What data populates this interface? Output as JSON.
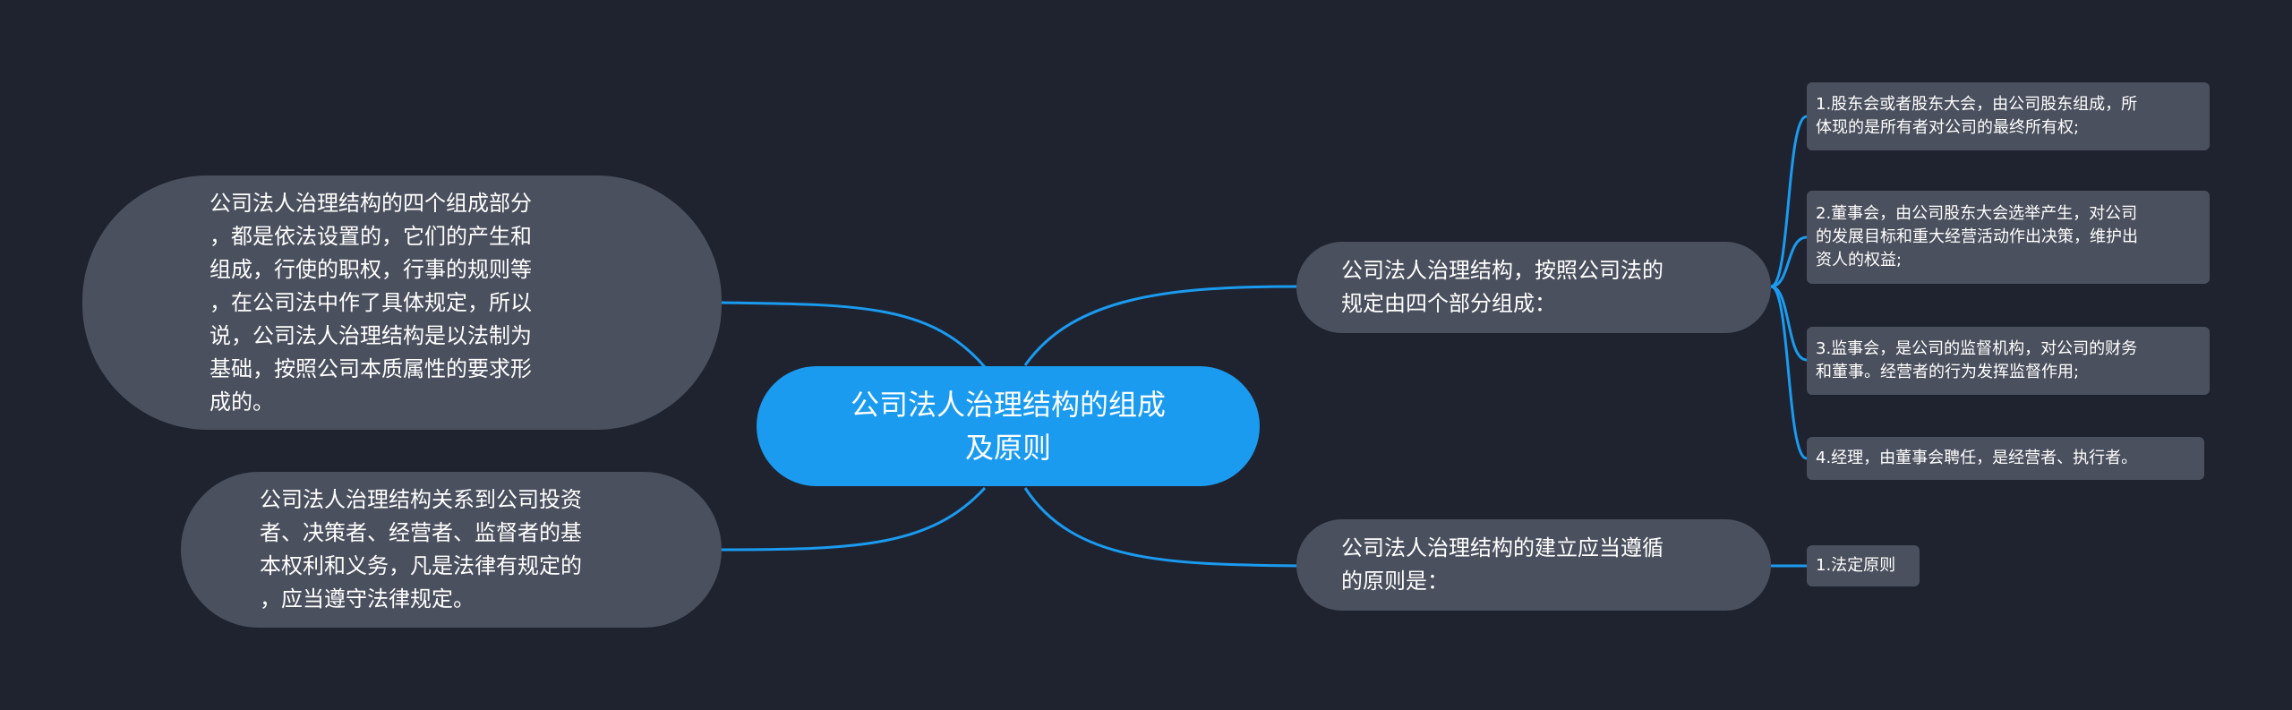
{
  "colors": {
    "background": "#1f2330",
    "root_fill": "#1a9bf0",
    "node_fill": "#4b505e",
    "edge": "#1a9bf0",
    "text": "#ffffff"
  },
  "root": {
    "text": "公司法人治理结构的组成\n及原则"
  },
  "left_nodes": [
    {
      "text": "公司法人治理结构的四个组成部分\n，都是依法设置的，它们的产生和\n组成，行使的职权，行事的规则等\n，在公司法中作了具体规定，所以\n说，公司法人治理结构是以法制为\n基础，按照公司本质属性的要求形\n成的。"
    },
    {
      "text": "公司法人治理结构关系到公司投资\n者、决策者、经营者、监督者的基\n本权利和义务，凡是法律有规定的\n，应当遵守法律规定。"
    }
  ],
  "right_nodes": [
    {
      "text": "公司法人治理结构，按照公司法的\n规定由四个部分组成：",
      "children": [
        "1.股东会或者股东大会，由公司股东组成，所\n体现的是所有者对公司的最终所有权;",
        "2.董事会，由公司股东大会选举产生，对公司\n的发展目标和重大经营活动作出决策，维护出\n资人的权益;",
        "3.监事会，是公司的监督机构，对公司的财务\n和董事。经营者的行为发挥监督作用;",
        "4.经理，由董事会聘任，是经营者、执行者。"
      ]
    },
    {
      "text": "公司法人治理结构的建立应当遵循\n的原则是：",
      "children": [
        "1.法定原则"
      ]
    }
  ]
}
